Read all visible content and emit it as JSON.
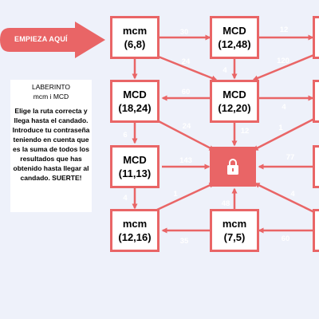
{
  "start": {
    "label": "EMPIEZA AQUÍ"
  },
  "instructions": {
    "title": "LABERINTO",
    "subtitle": "mcm i MCD",
    "body": "Elige la ruta correcta y llega hasta el candado. Introduce tu contraseña teniendo en cuenta que es la suma de todos los resultados que has obtenido hasta llegar al candado.  SUERTE!"
  },
  "nodes": [
    {
      "id": "n1",
      "op": "mcm",
      "args": "(6,8)"
    },
    {
      "id": "n2",
      "op": "MCD",
      "args": "(12,48)"
    },
    {
      "id": "n4",
      "op": "MCD",
      "args": "(18,24)"
    },
    {
      "id": "n5",
      "op": "MCD",
      "args": "(12,20)"
    },
    {
      "id": "n7",
      "op": "MCD",
      "args": "(11,13)"
    },
    {
      "id": "n9",
      "op": "mcm",
      "args": "(12,16)"
    },
    {
      "id": "n10",
      "op": "mcm",
      "args": "(7,5)"
    }
  ],
  "edge_labels": [
    "30",
    "12",
    "24",
    "4",
    "120",
    "60",
    "4",
    "6",
    "24",
    "12",
    "1",
    "143",
    "77",
    "4",
    "1",
    "48",
    "4",
    "35",
    "60"
  ],
  "lock": {
    "icon": "padlock-icon"
  },
  "colors": {
    "accent": "#e96566",
    "background": "#eef1fa",
    "node_fill": "#ffffff"
  }
}
